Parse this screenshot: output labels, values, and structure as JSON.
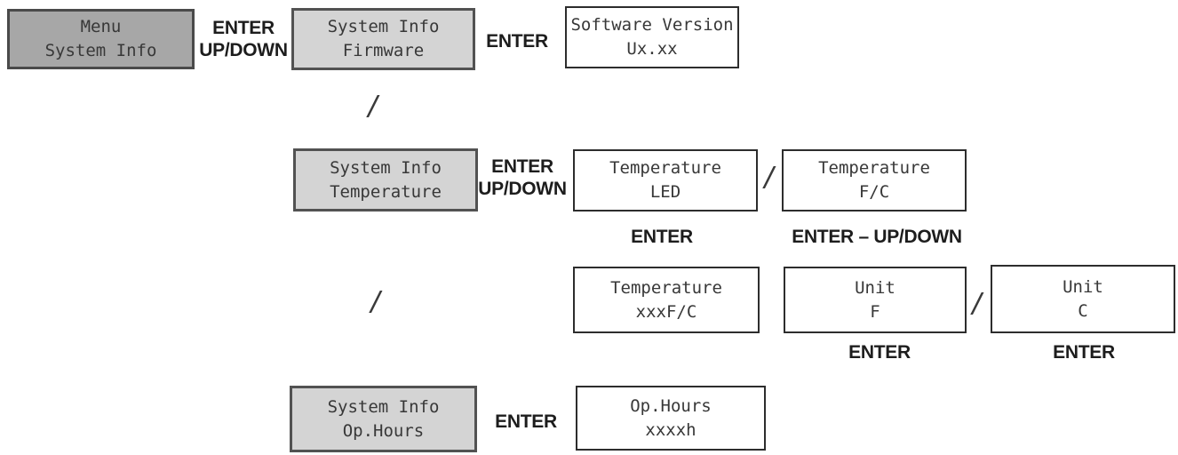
{
  "palette": {
    "background": "#ffffff",
    "dark_display_fill": "#a7a7a7",
    "light_display_fill": "#d4d4d4",
    "white_display_fill": "#ffffff",
    "gray_display_border": "#4a4a4a",
    "white_display_border": "#2d2d2d",
    "display_text": "#383838",
    "action_text": "#1d1d1d"
  },
  "displays": [
    {
      "name": "menu-system-info",
      "variant": "dark",
      "line1": "Menu",
      "line2": "System Info"
    },
    {
      "name": "system-info-firmware",
      "variant": "light",
      "line1": "System Info",
      "line2": "Firmware"
    },
    {
      "name": "software-version",
      "variant": "white",
      "line1": "Software Version",
      "line2": "Ux.xx"
    },
    {
      "name": "system-info-temperature",
      "variant": "light",
      "line1": "System Info",
      "line2": "Temperature"
    },
    {
      "name": "temperature-led",
      "variant": "white",
      "line1": "Temperature",
      "line2": "LED"
    },
    {
      "name": "temperature-f-c",
      "variant": "white",
      "line1": "Temperature",
      "line2": "F/C"
    },
    {
      "name": "temperature-xxxf-c",
      "variant": "white",
      "line1": "Temperature",
      "line2": "xxxF/C"
    },
    {
      "name": "unit-f",
      "variant": "white",
      "line1": "Unit",
      "line2": "F"
    },
    {
      "name": "unit-c",
      "variant": "white",
      "line1": "Unit",
      "line2": "C"
    },
    {
      "name": "system-info-op-hours",
      "variant": "light",
      "line1": "System Info",
      "line2": "Op.Hours"
    },
    {
      "name": "op-hours",
      "variant": "white",
      "line1": "Op.Hours",
      "line2": "xxxxh"
    }
  ],
  "actions": [
    {
      "name": "enter-updown-menu",
      "line1": "ENTER",
      "line2": "UP/DOWN"
    },
    {
      "name": "enter-firmware",
      "line1": "ENTER"
    },
    {
      "name": "enter-updown-temperature",
      "line1": "ENTER",
      "line2": "UP/DOWN"
    },
    {
      "name": "enter-led",
      "line1": "ENTER"
    },
    {
      "name": "enter-updown-fc",
      "line1": "ENTER – UP/DOWN"
    },
    {
      "name": "enter-unit-f",
      "line1": "ENTER"
    },
    {
      "name": "enter-unit-c",
      "line1": "ENTER"
    },
    {
      "name": "enter-op-hours",
      "line1": "ENTER"
    }
  ],
  "separator": {
    "symbol": "/"
  }
}
